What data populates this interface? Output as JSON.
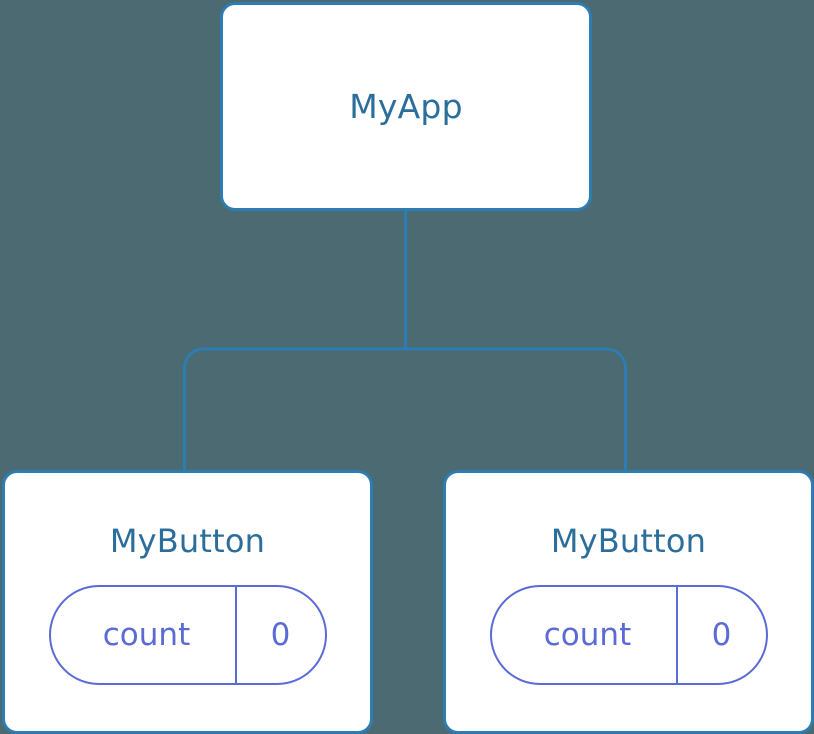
{
  "diagram": {
    "type": "component-tree",
    "background_color": "#4c6a72",
    "node_border_color": "#2d7cb2",
    "node_title_color": "#2c6e9b",
    "state_accent_color": "#5b6bd6",
    "edge_color": "#2d7cb2"
  },
  "nodes": {
    "root": {
      "title": "MyApp"
    },
    "child_left": {
      "title": "MyButton",
      "state": {
        "key": "count",
        "value": "0"
      }
    },
    "child_right": {
      "title": "MyButton",
      "state": {
        "key": "count",
        "value": "0"
      }
    }
  }
}
